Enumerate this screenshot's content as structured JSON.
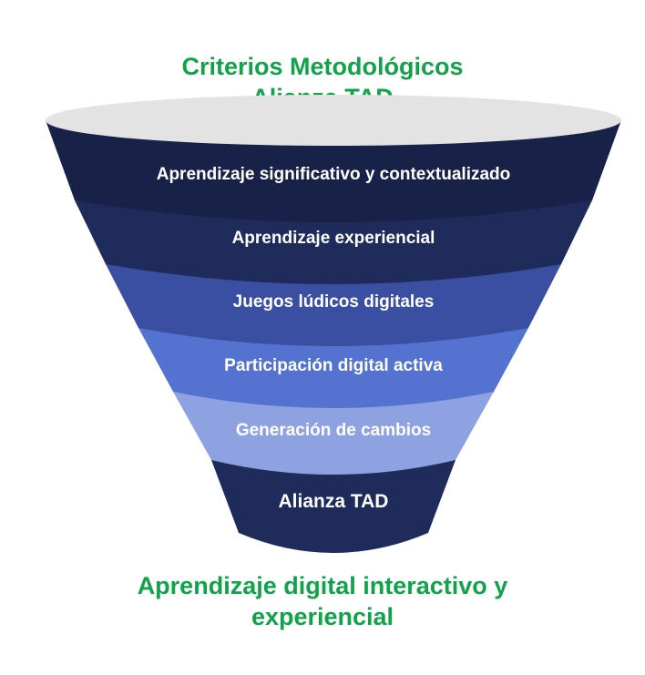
{
  "header": {
    "title_line1": "Criterios Metodológicos",
    "title_line2": "Alianza TAD"
  },
  "funnel": {
    "levels": [
      {
        "label": "Aprendizaje significativo y contextualizado",
        "color": "#182249"
      },
      {
        "label": "Aprendizaje experiencial",
        "color": "#1f2b5b"
      },
      {
        "label": "Juegos lúdicos digitales",
        "color": "#3a4fa1"
      },
      {
        "label": "Participación digital activa",
        "color": "#5472cf"
      },
      {
        "label": "Generación de cambios",
        "color": "#8ea2e2"
      },
      {
        "label": "Alianza TAD",
        "color": "#1f2b5b"
      }
    ],
    "rim_color": "#e3e3e3"
  },
  "footer": {
    "title_line1": "Aprendizaje digital interactivo y",
    "title_line2": "experiencial"
  },
  "colors": {
    "accent_green": "#12a34a"
  }
}
